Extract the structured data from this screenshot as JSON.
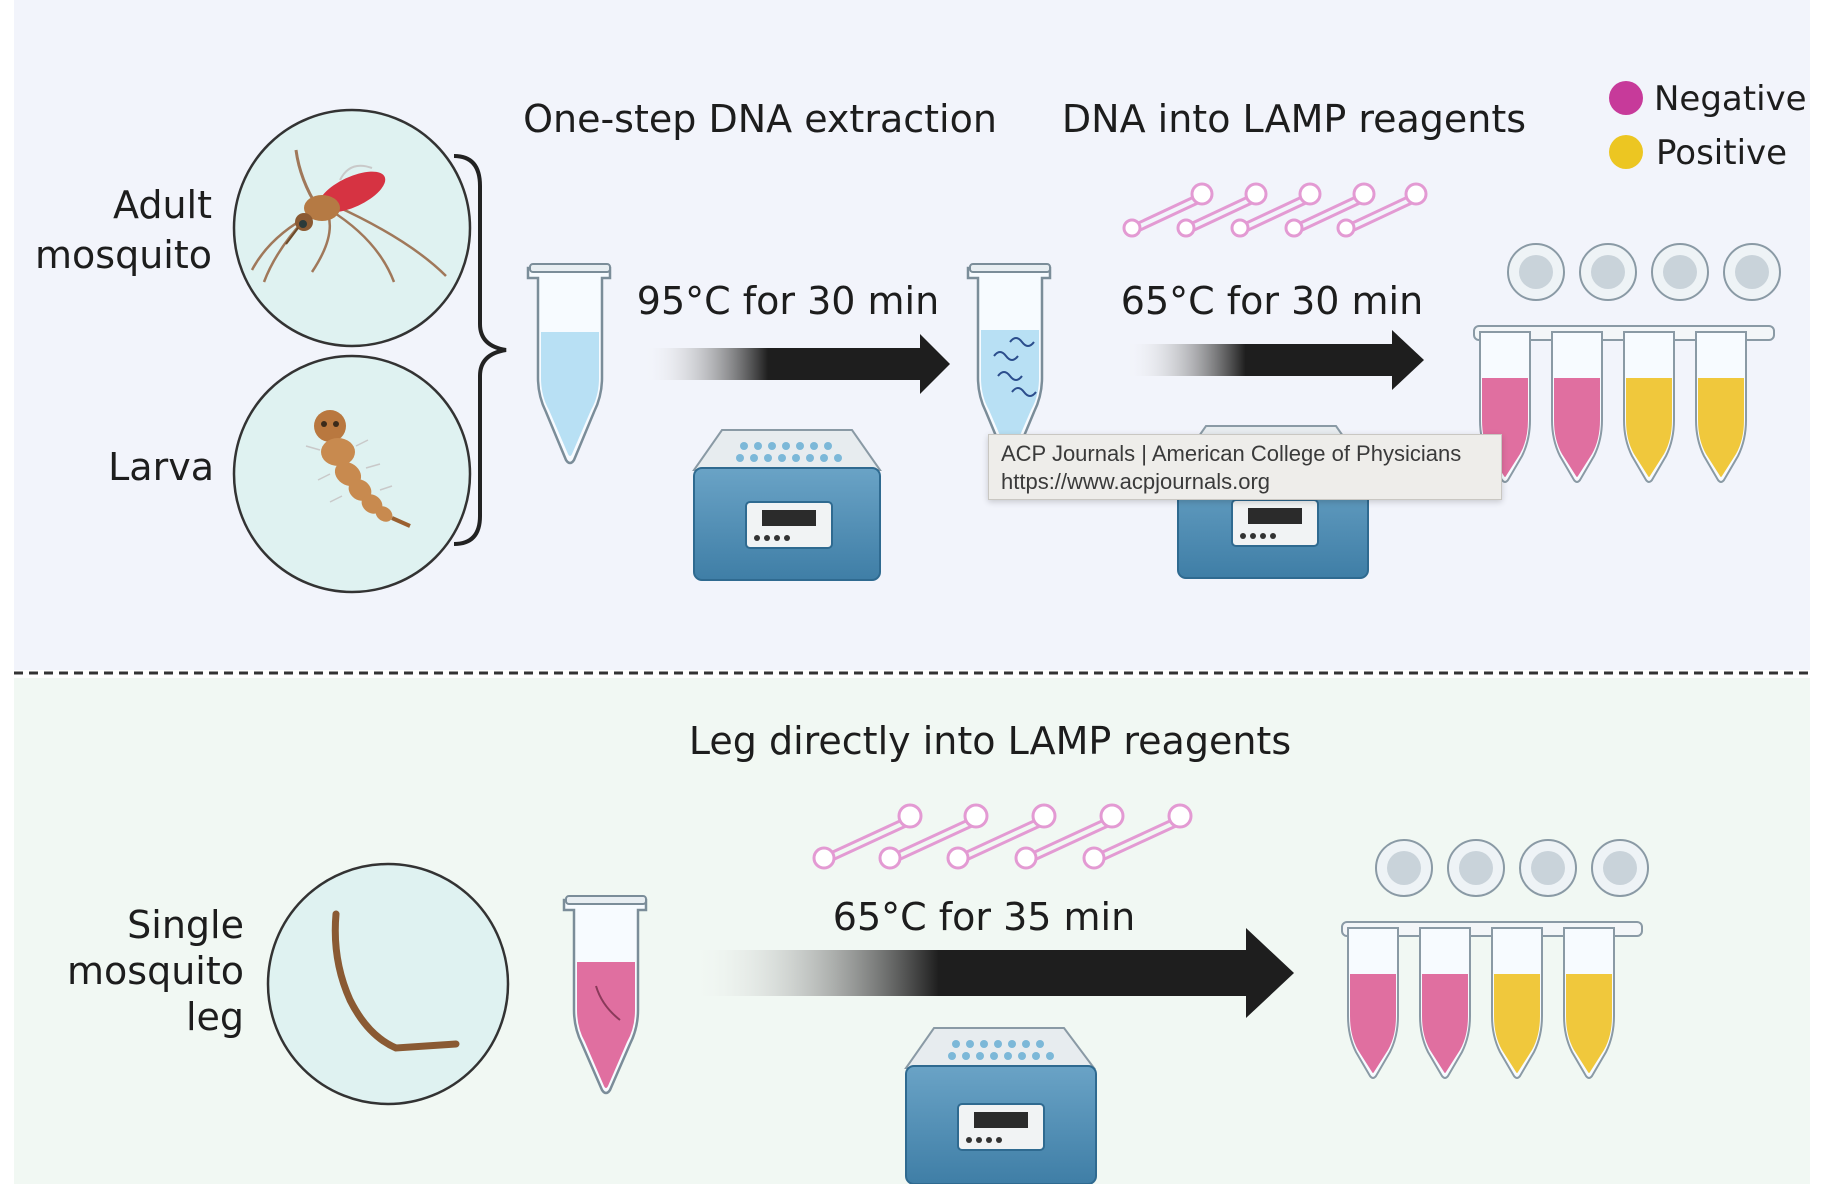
{
  "legend": {
    "negative": {
      "label": "Negative",
      "color": "#c73a9a"
    },
    "positive": {
      "label": "Positive",
      "color": "#ecc622"
    }
  },
  "top_panel": {
    "step1_title": "One-step DNA extraction",
    "step2_title": "DNA into LAMP reagents",
    "arrow1_label": "95°C for 30 min",
    "arrow2_label": "65°C for 30 min",
    "sample_adult_line1": "Adult",
    "sample_adult_line2": "mosquito",
    "sample_larva": "Larva",
    "background_color": "#f2f4fb"
  },
  "bottom_panel": {
    "title": "Leg directly into LAMP reagents",
    "arrow_label": "65°C for 35 min",
    "sample_line1": "Single",
    "sample_line2": "mosquito",
    "sample_line3": "leg",
    "background_color": "#f1f8f3"
  },
  "tooltip": {
    "line1": "ACP Journals | American College of Physicians",
    "line2": "https://www.acpjournals.org"
  },
  "colors": {
    "tube_blue_liquid": "#b8e0f4",
    "tube_pink_liquid": "#e06fa0",
    "tube_yellow_liquid": "#f0c83c",
    "circle_fill": "#dff2f1",
    "primer": "#e39ad3",
    "heat_block": "#4f8db3"
  }
}
